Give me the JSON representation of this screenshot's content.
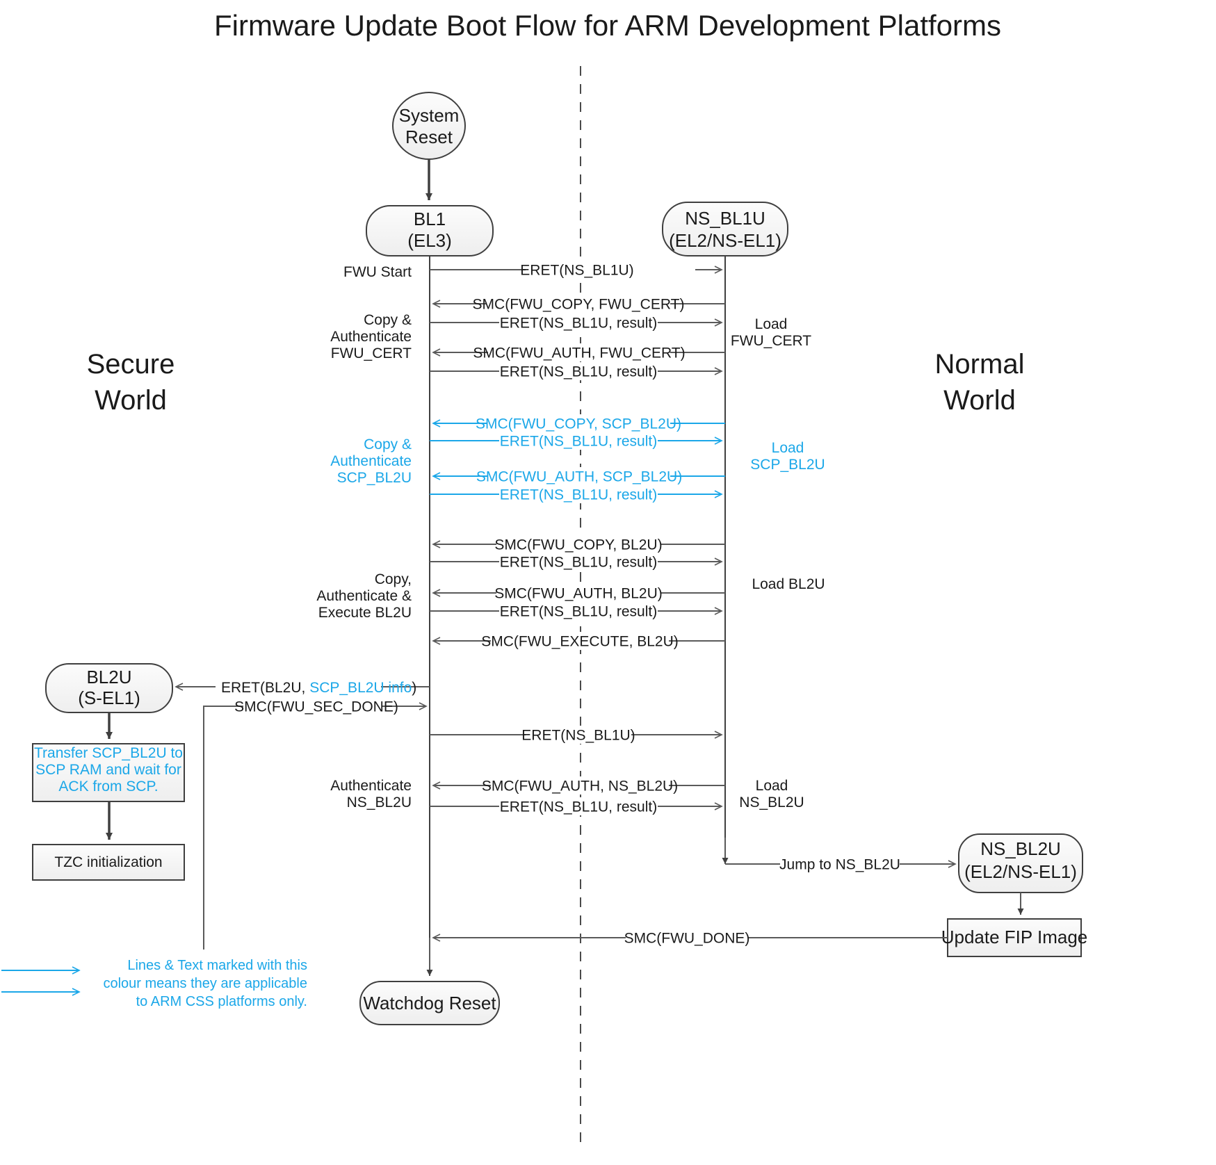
{
  "title": "Firmware Update Boot Flow for ARM Development Platforms",
  "colors": {
    "cyan": "#1ba7e8",
    "text": "#1a1a1a",
    "line": "#5a5a5a",
    "flow": "#3f3f3f",
    "node_fill": "#f4f4f4"
  },
  "worlds": {
    "secure_line1": "Secure",
    "secure_line2": "World",
    "normal_line1": "Normal",
    "normal_line2": "World"
  },
  "nodes": {
    "system_reset": {
      "line1": "System",
      "line2": "Reset"
    },
    "bl1": {
      "line1": "BL1",
      "line2": "(EL3)"
    },
    "ns_bl1u": {
      "line1": "NS_BL1U",
      "line2": "(EL2/NS-EL1)"
    },
    "bl2u": {
      "line1": "BL2U",
      "line2": "(S-EL1)"
    },
    "ns_bl2u": {
      "line1": "NS_BL2U",
      "line2": "(EL2/NS-EL1)"
    },
    "watchdog_reset": {
      "label": "Watchdog Reset"
    },
    "update_fip": {
      "label": "Update FIP Image"
    },
    "transfer_scp": {
      "line1": "Transfer SCP_BL2U to",
      "line2": "SCP RAM and wait for",
      "line3": "ACK from SCP."
    },
    "tzc_init": {
      "label": "TZC initialization"
    }
  },
  "messages": [
    {
      "id": "m1",
      "label": "ERET(NS_BL1U)",
      "dir": "right",
      "cyan": false
    },
    {
      "id": "m2",
      "label": "SMC(FWU_COPY, FWU_CERT)",
      "dir": "left",
      "cyan": false
    },
    {
      "id": "m3",
      "label": "ERET(NS_BL1U, result)",
      "dir": "right",
      "cyan": false
    },
    {
      "id": "m4",
      "label": "SMC(FWU_AUTH, FWU_CERT)",
      "dir": "left",
      "cyan": false
    },
    {
      "id": "m5",
      "label": "ERET(NS_BL1U, result)",
      "dir": "right",
      "cyan": false
    },
    {
      "id": "m6",
      "label": "SMC(FWU_COPY, SCP_BL2U)",
      "dir": "left",
      "cyan": true
    },
    {
      "id": "m7",
      "label": "ERET(NS_BL1U, result)",
      "dir": "right",
      "cyan": true
    },
    {
      "id": "m8",
      "label": "SMC(FWU_AUTH, SCP_BL2U)",
      "dir": "left",
      "cyan": true
    },
    {
      "id": "m9",
      "label": "ERET(NS_BL1U, result)",
      "dir": "right",
      "cyan": true
    },
    {
      "id": "m10",
      "label": "SMC(FWU_COPY, BL2U)",
      "dir": "left",
      "cyan": false
    },
    {
      "id": "m11",
      "label": "ERET(NS_BL1U, result)",
      "dir": "right",
      "cyan": false
    },
    {
      "id": "m12",
      "label": "SMC(FWU_AUTH, BL2U)",
      "dir": "left",
      "cyan": false
    },
    {
      "id": "m13",
      "label": "ERET(NS_BL1U, result)",
      "dir": "right",
      "cyan": false
    },
    {
      "id": "m14",
      "label": "SMC(FWU_EXECUTE, BL2U)",
      "dir": "left",
      "cyan": false
    },
    {
      "id": "m15",
      "label": "ERET(NS_BL1U)",
      "dir": "right",
      "cyan": false
    },
    {
      "id": "m16",
      "label": "SMC(FWU_AUTH, NS_BL2U)",
      "dir": "left",
      "cyan": false
    },
    {
      "id": "m17",
      "label": "ERET(NS_BL1U, result)",
      "dir": "right",
      "cyan": false
    }
  ],
  "bl2u_messages": {
    "eret_bl2u_prefix": "ERET(BL2U, ",
    "eret_bl2u_cyan": "SCP_BL2U info",
    "eret_bl2u_suffix": ")",
    "smc_fwu_sec_done": "SMC(FWU_SEC_DONE)"
  },
  "bottom_messages": {
    "jump_to_ns_bl2u": "Jump to NS_BL2U",
    "smc_fwu_done": "SMC(FWU_DONE)"
  },
  "side_labels": {
    "fwu_start": "FWU Start",
    "copy_auth_cert_1": "Copy &",
    "copy_auth_cert_2": "Authenticate",
    "copy_auth_cert_3": "FWU_CERT",
    "load_fwu_cert_1": "Load",
    "load_fwu_cert_2": "FWU_CERT",
    "copy_auth_scp_1": "Copy &",
    "copy_auth_scp_2": "Authenticate",
    "copy_auth_scp_3": "SCP_BL2U",
    "load_scp_1": "Load",
    "load_scp_2": "SCP_BL2U",
    "copy_auth_exec_1": "Copy,",
    "copy_auth_exec_2": "Authenticate &",
    "copy_auth_exec_3": "Execute BL2U",
    "load_bl2u": "Load BL2U",
    "auth_ns_bl2u_1": "Authenticate",
    "auth_ns_bl2u_2": "NS_BL2U",
    "load_ns_bl2u_1": "Load",
    "load_ns_bl2u_2": "NS_BL2U"
  },
  "legend": {
    "line1": "Lines & Text marked with this",
    "line2": "colour means they are applicable",
    "line3": "to ARM CSS platforms only."
  }
}
